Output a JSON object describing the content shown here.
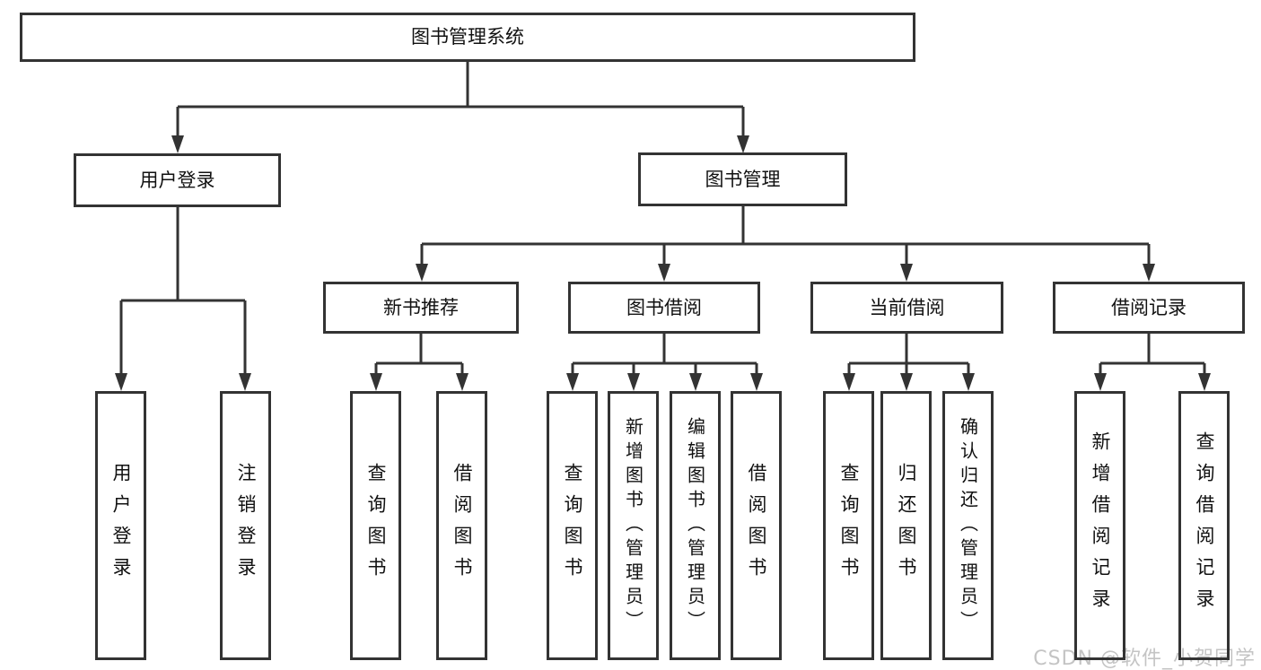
{
  "colors": {
    "background": "#ffffff",
    "line": "#333333",
    "box_border": "#333333",
    "text": "#111111",
    "watermark": "#c4c4c4"
  },
  "watermark": {
    "text": "CSDN @软件_小贺同学"
  },
  "nodes": {
    "root": {
      "label": "图书管理系统"
    },
    "user_login": {
      "label": "用户登录"
    },
    "book_mgmt": {
      "label": "图书管理"
    },
    "leaf_user_login": {
      "label": "用户登录"
    },
    "leaf_logout": {
      "label": "注销登录"
    },
    "new_books": {
      "label": "新书推荐"
    },
    "book_borrow": {
      "label": "图书借阅"
    },
    "current_borrow": {
      "label": "当前借阅"
    },
    "borrow_records": {
      "label": "借阅记录"
    },
    "nb_query": {
      "label": "查询图书"
    },
    "nb_borrow": {
      "label": "借阅图书"
    },
    "bb_query": {
      "label": "查询图书"
    },
    "bb_add": {
      "label": "新增图书（管理员）"
    },
    "bb_edit": {
      "label": "编辑图书（管理员）"
    },
    "bb_borrow": {
      "label": "借阅图书"
    },
    "cb_query": {
      "label": "查询图书"
    },
    "cb_return": {
      "label": "归还图书"
    },
    "cb_confirm": {
      "label": "确认归还（管理员）"
    },
    "br_add": {
      "label": "新增借阅记录"
    },
    "br_query": {
      "label": "查询借阅记录"
    }
  },
  "hierarchy": {
    "图书管理系统": {
      "用户登录": [
        "用户登录",
        "注销登录"
      ],
      "图书管理": {
        "新书推荐": [
          "查询图书",
          "借阅图书"
        ],
        "图书借阅": [
          "查询图书",
          "新增图书（管理员）",
          "编辑图书（管理员）",
          "借阅图书"
        ],
        "当前借阅": [
          "查询图书",
          "归还图书",
          "确认归还（管理员）"
        ],
        "借阅记录": [
          "新增借阅记录",
          "查询借阅记录"
        ]
      }
    }
  }
}
